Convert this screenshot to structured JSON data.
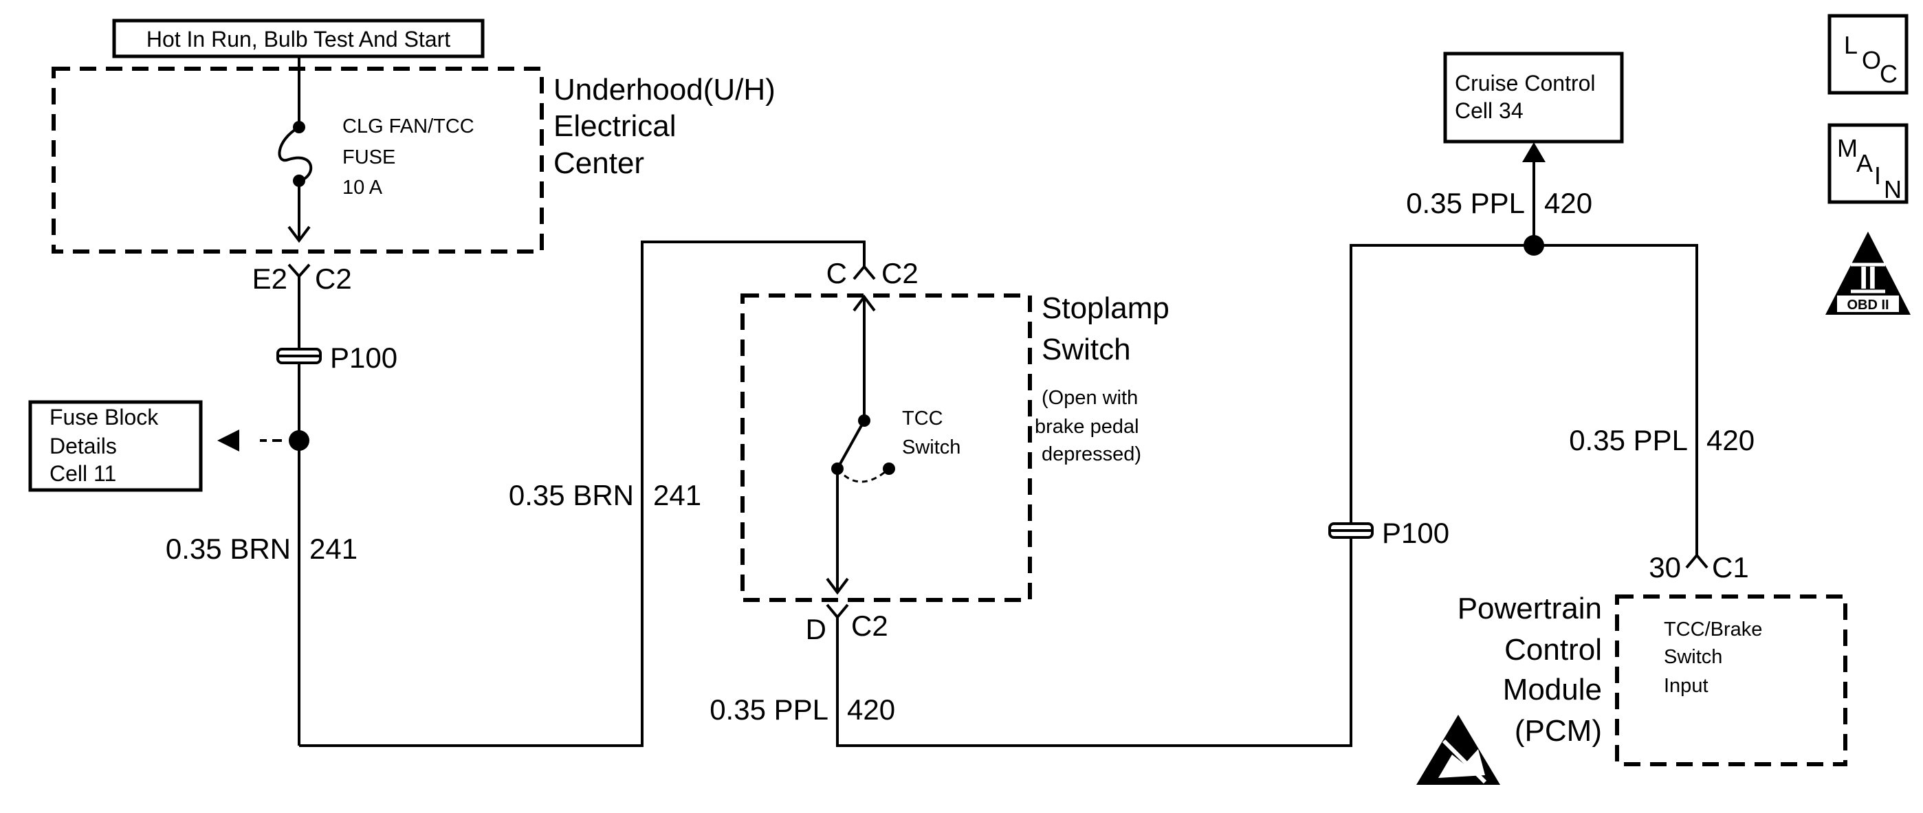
{
  "power_source": {
    "label": "Hot In Run, Bulb Test And Start"
  },
  "underhood_center": {
    "title_lines": [
      "Underhood(U/H)",
      "Electrical",
      "Center"
    ],
    "fuse_lines": [
      "CLG FAN/TCC",
      "FUSE",
      "10 A"
    ]
  },
  "connectors": {
    "e2": "E2",
    "c2_top": "C2",
    "c_pin": "C",
    "c2_switch_top": "C2",
    "d_pin": "D",
    "c2_switch_bottom": "C2",
    "pin_30": "30",
    "c1": "C1"
  },
  "splices": {
    "left": "P100",
    "right": "P100"
  },
  "fuse_block": {
    "lines": [
      "Fuse Block",
      "Details",
      "Cell 11"
    ]
  },
  "wires": {
    "left_lower": {
      "gauge": "0.35 BRN",
      "circuit": "241"
    },
    "middle": {
      "gauge": "0.35 BRN",
      "circuit": "241"
    },
    "bottom": {
      "gauge": "0.35 PPL",
      "circuit": "420"
    },
    "cruise": {
      "gauge": "0.35 PPL",
      "circuit": "420"
    },
    "pcm_feed": {
      "gauge": "0.35 PPL",
      "circuit": "420"
    }
  },
  "stoplamp_switch": {
    "title_lines": [
      "Stoplamp",
      "Switch"
    ],
    "note_lines": [
      "(Open with",
      "brake pedal",
      "depressed)"
    ],
    "inner_lines": [
      "TCC",
      "Switch"
    ]
  },
  "cruise_control": {
    "lines": [
      "Cruise Control",
      "Cell 34"
    ]
  },
  "pcm": {
    "title_lines": [
      "Powertrain",
      "Control",
      "Module",
      "(PCM)"
    ],
    "input_lines": [
      "TCC/Brake",
      "Switch",
      "Input"
    ]
  },
  "nav_icons": {
    "loc": {
      "big": "L",
      "small": "O",
      "sub": "C"
    },
    "main": {
      "l1": "M",
      "l2": "A",
      "l3": "I",
      "l4": "N"
    },
    "obd": {
      "numeral": "II",
      "label": "OBD II"
    }
  }
}
